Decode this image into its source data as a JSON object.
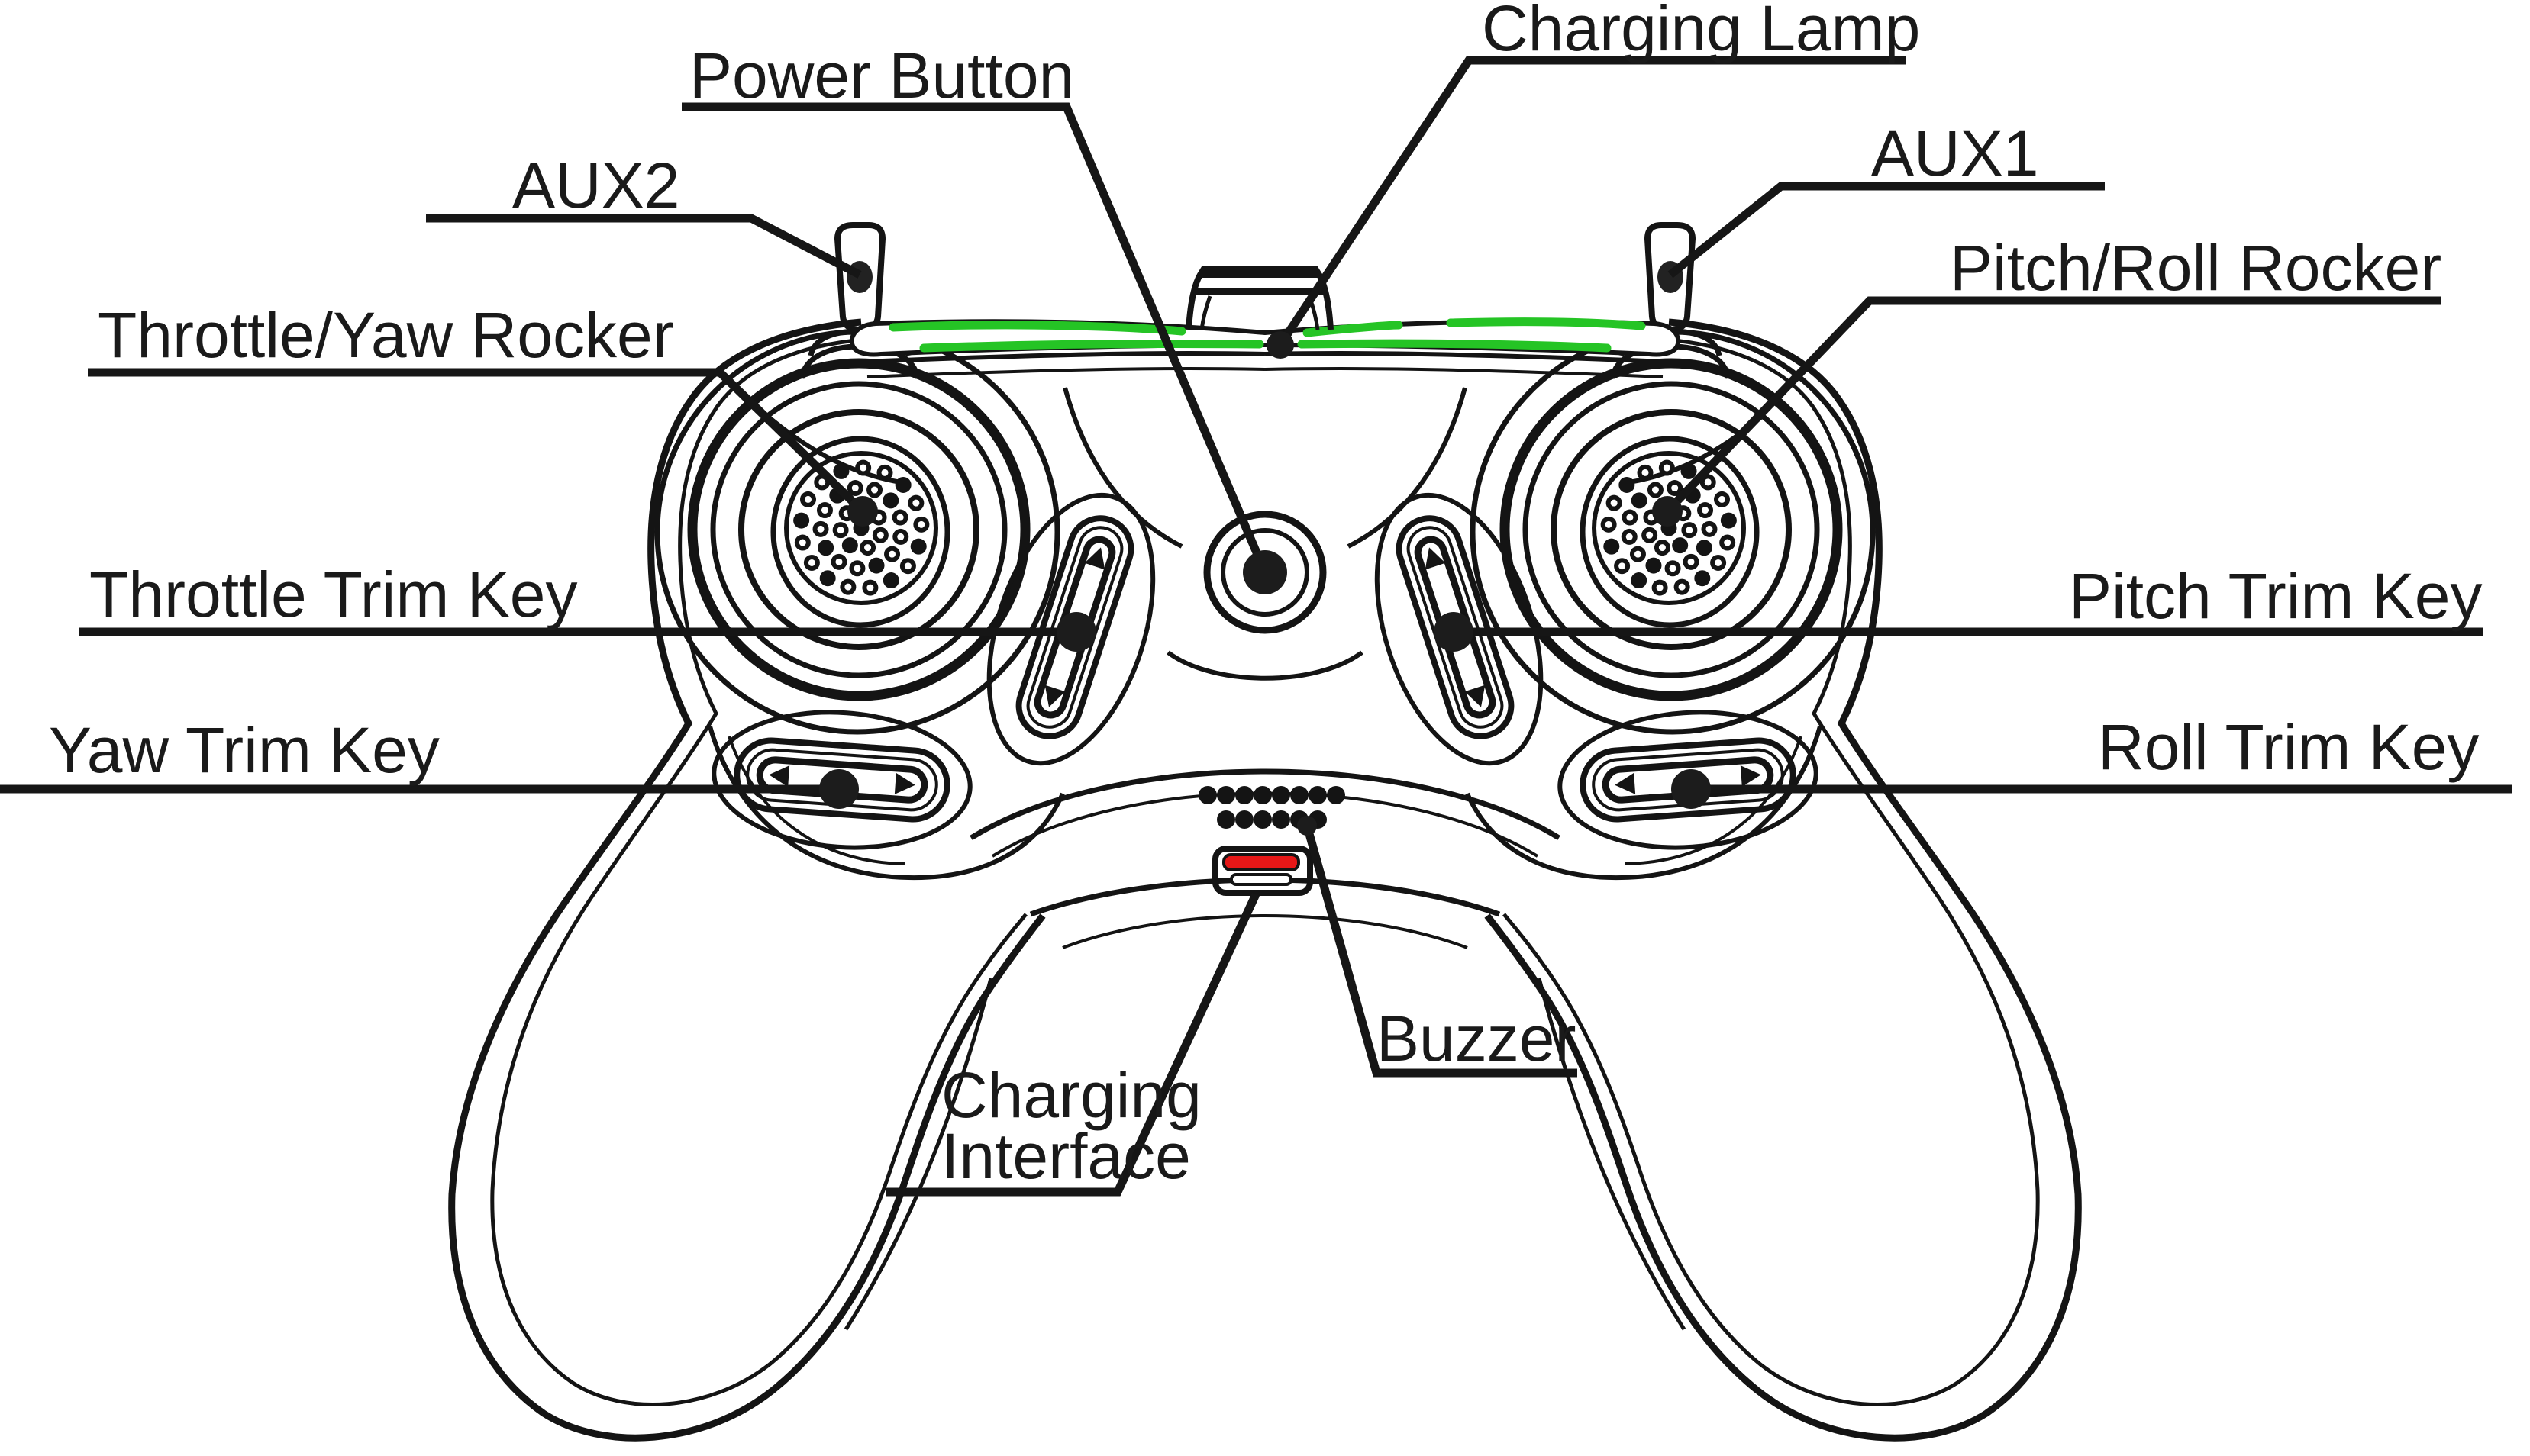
{
  "diagram": {
    "labels": {
      "power_button": "Power Button",
      "charging_lamp": "Charging Lamp",
      "aux2": "AUX2",
      "aux1": "AUX1",
      "throttle_yaw_rocker": "Throttle/Yaw Rocker",
      "pitch_roll_rocker": "Pitch/Roll Rocker",
      "throttle_trim_key": "Throttle Trim Key",
      "pitch_trim_key": "Pitch Trim Key",
      "yaw_trim_key": "Yaw Trim Key",
      "roll_trim_key": "Roll Trim Key",
      "buzzer": "Buzzer",
      "charging_interface_line1": "Charging",
      "charging_interface_line2": "Interface"
    },
    "colors": {
      "line": "#161616",
      "charging_lamp_green": "#25c425",
      "charging_interface_red": "#e61717",
      "background": "#ffffff"
    }
  }
}
